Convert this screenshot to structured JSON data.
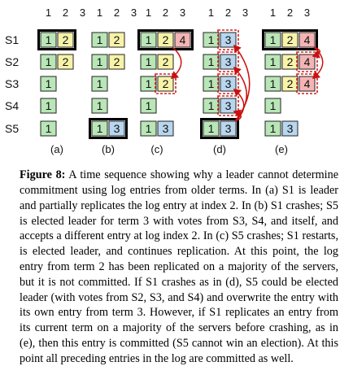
{
  "columns": [
    "1",
    "2",
    "3"
  ],
  "servers": [
    "S1",
    "S2",
    "S3",
    "S4",
    "S5"
  ],
  "colors": {
    "term1": "#b9e6b7",
    "term2": "#f7f3a8",
    "term3": "#b8d6ee",
    "term4": "#f4b4b4",
    "leader_border": "#000000",
    "dashed_border": "#d42020",
    "arrow": "#cc1010"
  },
  "panels": [
    {
      "label": "(a)",
      "rows": [
        {
          "server": "S1",
          "entries": [
            "1",
            "2"
          ],
          "leader": true
        },
        {
          "server": "S2",
          "entries": [
            "1",
            "2"
          ]
        },
        {
          "server": "S3",
          "entries": [
            "1"
          ]
        },
        {
          "server": "S4",
          "entries": [
            "1"
          ]
        },
        {
          "server": "S5",
          "entries": [
            "1"
          ]
        }
      ]
    },
    {
      "label": "(b)",
      "rows": [
        {
          "server": "S1",
          "entries": [
            "1",
            "2"
          ]
        },
        {
          "server": "S2",
          "entries": [
            "1",
            "2"
          ]
        },
        {
          "server": "S3",
          "entries": [
            "1"
          ]
        },
        {
          "server": "S4",
          "entries": [
            "1"
          ]
        },
        {
          "server": "S5",
          "entries": [
            "1",
            "3"
          ],
          "leader": true
        }
      ]
    },
    {
      "label": "(c)",
      "rows": [
        {
          "server": "S1",
          "entries": [
            "1",
            "2",
            "4"
          ],
          "leader": true
        },
        {
          "server": "S2",
          "entries": [
            "1",
            "2"
          ]
        },
        {
          "server": "S3",
          "entries": [
            "1",
            "2"
          ],
          "dashed": 1
        },
        {
          "server": "S4",
          "entries": [
            "1"
          ]
        },
        {
          "server": "S5",
          "entries": [
            "1",
            "3"
          ]
        }
      ]
    },
    {
      "label": "(d)",
      "rows": [
        {
          "server": "S1",
          "entries": [
            "1",
            "3"
          ],
          "dashed": 1
        },
        {
          "server": "S2",
          "entries": [
            "1",
            "3"
          ],
          "dashed": 1
        },
        {
          "server": "S3",
          "entries": [
            "1",
            "3"
          ],
          "dashed": 1
        },
        {
          "server": "S4",
          "entries": [
            "1",
            "3"
          ],
          "dashed": 1
        },
        {
          "server": "S5",
          "entries": [
            "1",
            "3"
          ],
          "leader": true
        }
      ]
    },
    {
      "label": "(e)",
      "rows": [
        {
          "server": "S1",
          "entries": [
            "1",
            "2",
            "4"
          ],
          "leader": true
        },
        {
          "server": "S2",
          "entries": [
            "1",
            "2",
            "4"
          ],
          "dashed": 2
        },
        {
          "server": "S3",
          "entries": [
            "1",
            "2",
            "4"
          ],
          "dashed": 2
        },
        {
          "server": "S4",
          "entries": [
            "1"
          ]
        },
        {
          "server": "S5",
          "entries": [
            "1",
            "3"
          ]
        }
      ]
    }
  ],
  "caption": {
    "label": "Figure 8:",
    "text": " A time sequence showing why a leader cannot determine commitment using log entries from older terms. In (a) S1 is leader and partially replicates the log entry at index 2. In (b) S1 crashes; S5 is elected leader for term 3 with votes from S3, S4, and itself, and accepts a different entry at log index 2. In (c) S5 crashes; S1 restarts, is elected leader, and continues replication. At this point, the log entry from term 2 has been replicated on a majority of the servers, but it is not committed. If S1 crashes as in (d), S5 could be elected leader (with votes from S2, S3, and S4) and overwrite the entry with its own entry from term 3. However, if S1 replicates an entry from its current term on a majority of the servers before crashing, as in (e), then this entry is committed (S5 cannot win an election). At this point all preceding entries in the log are committed as well."
  }
}
